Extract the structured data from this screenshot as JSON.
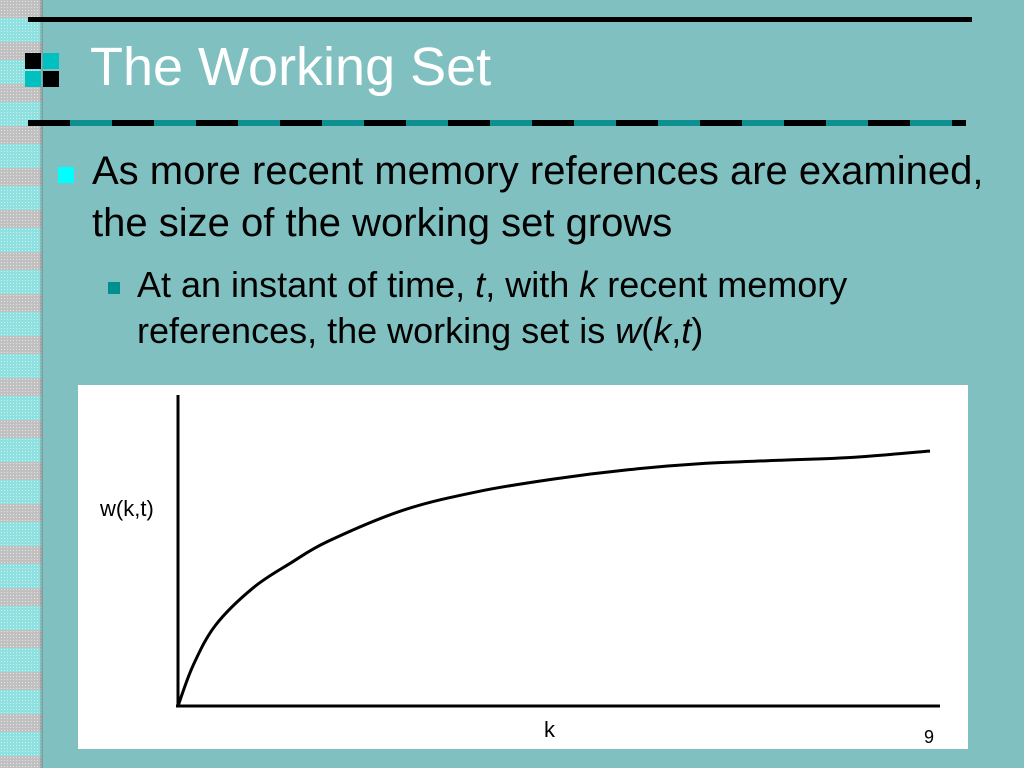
{
  "slide": {
    "title": "The Working Set",
    "bullets": [
      {
        "level": 1,
        "segments": [
          {
            "text": "As more recent memory references are examined, the size of the working set grows",
            "italic": false
          }
        ]
      },
      {
        "level": 2,
        "segments": [
          {
            "text": "At an instant of time, ",
            "italic": false
          },
          {
            "text": "t",
            "italic": true
          },
          {
            "text": ", with ",
            "italic": false
          },
          {
            "text": "k",
            "italic": true
          },
          {
            "text": " recent memory references, the working set is ",
            "italic": false
          },
          {
            "text": "w",
            "italic": true
          },
          {
            "text": "(",
            "italic": false
          },
          {
            "text": "k",
            "italic": true
          },
          {
            "text": ",",
            "italic": false
          },
          {
            "text": "t",
            "italic": true
          },
          {
            "text": ")",
            "italic": false
          }
        ]
      }
    ],
    "page_number": "9",
    "colors": {
      "background": "#80c0c0",
      "title_text": "#ffffff",
      "bullet_lvl1": "#00ffff",
      "bullet_lvl2": "#008f8f"
    }
  },
  "chart_data": {
    "type": "line",
    "title": "",
    "xlabel": "k",
    "ylabel": "w(k,t)",
    "xlim": [
      0,
      1
    ],
    "ylim": [
      0,
      1
    ],
    "grid": false,
    "series": [
      {
        "values_desc": "",
        "x": [
          0,
          0.02,
          0.05,
          0.1,
          0.15,
          0.2,
          0.3,
          0.4,
          0.5,
          0.6,
          0.7,
          0.8,
          0.9,
          1.0
        ],
        "y": [
          0,
          0.13,
          0.26,
          0.38,
          0.46,
          0.53,
          0.63,
          0.69,
          0.73,
          0.76,
          0.78,
          0.79,
          0.8,
          0.82
        ]
      }
    ]
  }
}
